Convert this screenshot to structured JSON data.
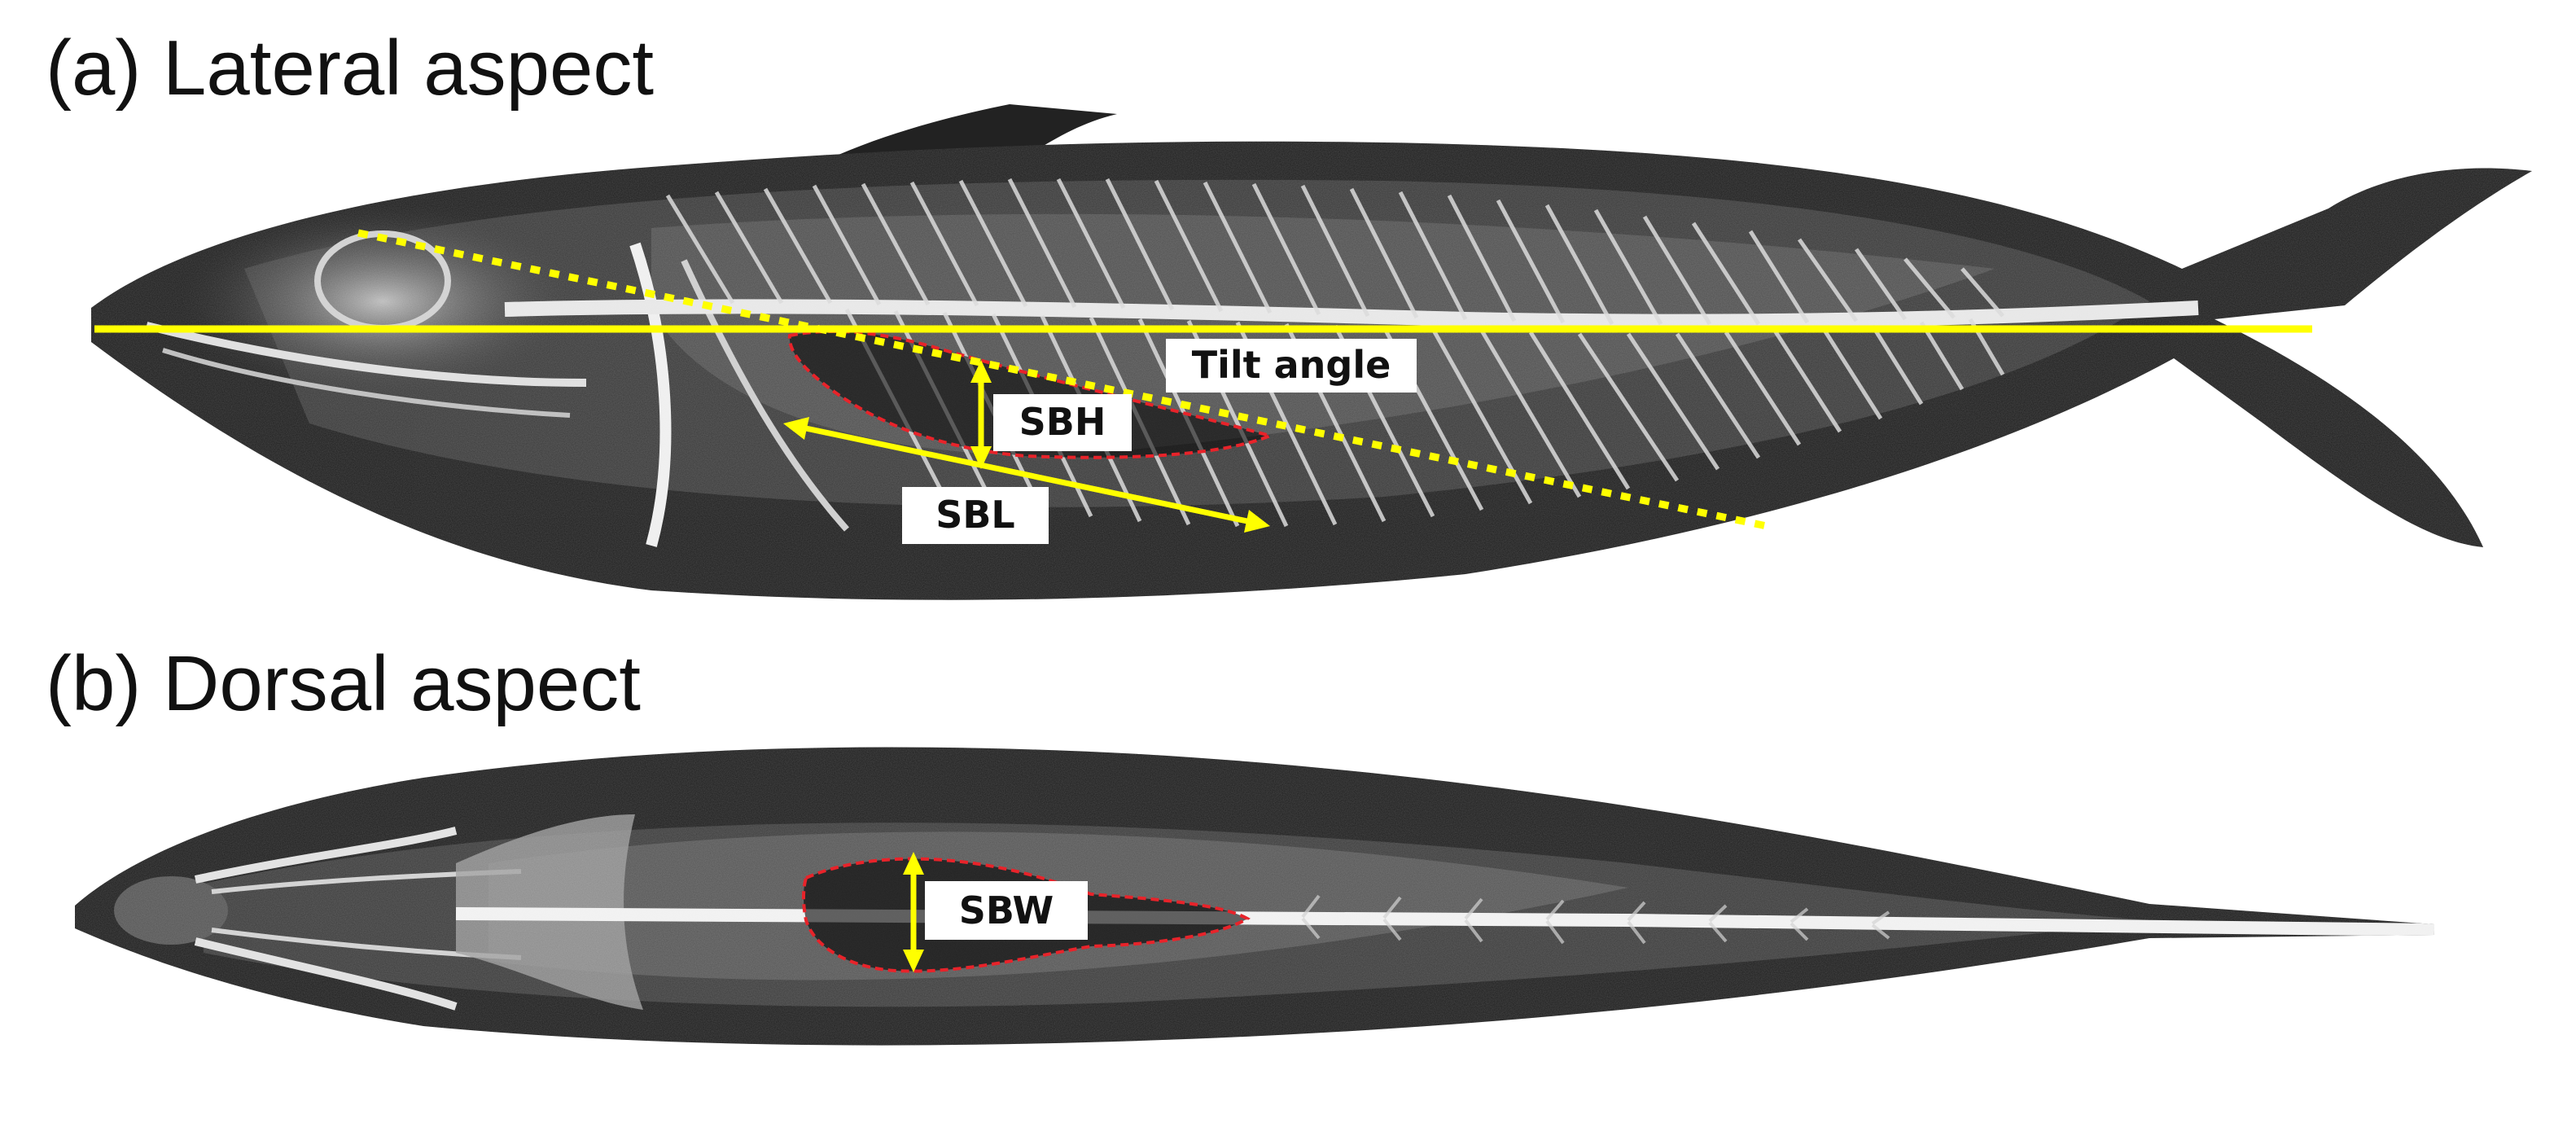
{
  "panels": {
    "a": {
      "title": "(a) Lateral aspect"
    },
    "b": {
      "title": "(b) Dorsal aspect"
    }
  },
  "labels": {
    "tilt_angle": "Tilt angle",
    "sbh": "SBH",
    "sbl": "SBL",
    "sbw": "SBW"
  },
  "colors": {
    "background": "#ffffff",
    "fish_body": "#1a1a1a",
    "skeleton": "#f2f2f2",
    "guide_lines": "#ffff00",
    "swimbladder_outline": "#e8232a",
    "label_box": "#ffffff"
  }
}
